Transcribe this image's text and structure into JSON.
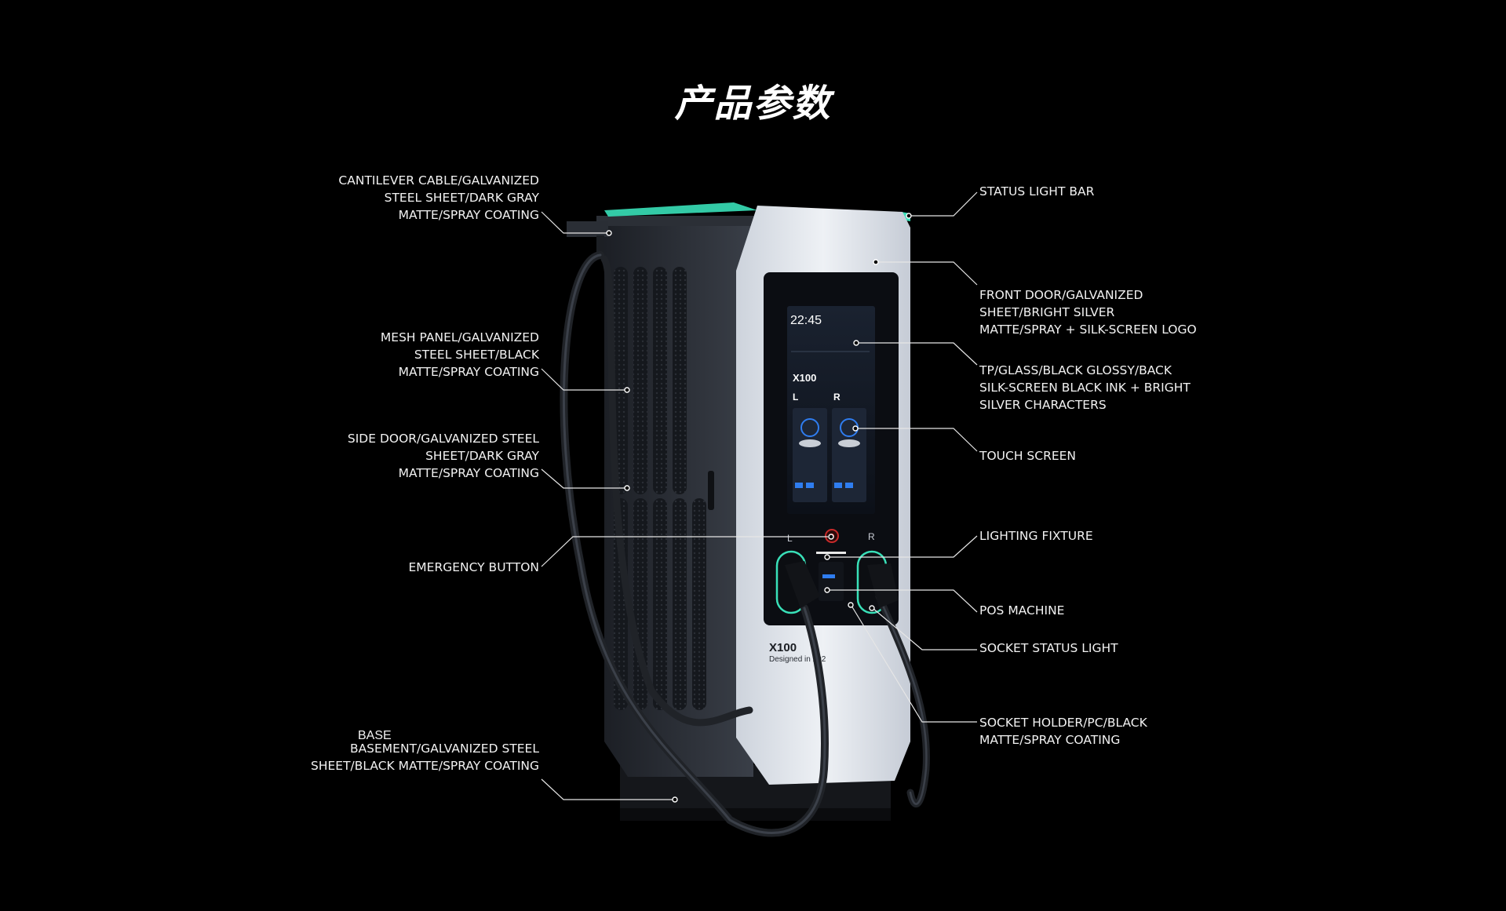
{
  "title": "产品参数",
  "labels_left": {
    "cantilever": [
      "CANTILEVER CABLE/GALVANIZED",
      "STEEL SHEET/DARK GRAY",
      "MATTE/SPRAY COATING"
    ],
    "mesh_panel": [
      "MESH PANEL/GALVANIZED",
      "STEEL SHEET/BLACK",
      "MATTE/SPRAY COATING"
    ],
    "side_door": [
      "SIDE DOOR/GALVANIZED STEEL",
      "SHEET/DARK GRAY",
      "MATTE/SPRAY COATING"
    ],
    "emergency_button": [
      "EMERGENCY BUTTON"
    ],
    "base_heading": "BASE",
    "base": [
      "BASEMENT/GALVANIZED STEEL",
      "SHEET/BLACK MATTE/SPRAY COATING"
    ]
  },
  "labels_right": {
    "status_light_bar": [
      "STATUS LIGHT BAR"
    ],
    "front_door": [
      "FRONT DOOR/GALVANIZED",
      "SHEET/BRIGHT SILVER",
      "MATTE/SPRAY + SILK-SCREEN LOGO"
    ],
    "tp_glass": [
      "TP/GLASS/BLACK GLOSSY/BACK",
      "SILK-SCREEN BLACK INK + BRIGHT",
      "SILVER CHARACTERS"
    ],
    "touch_screen": [
      "TOUCH SCREEN"
    ],
    "lighting_fixture": [
      "LIGHTING FIXTURE"
    ],
    "pos_machine": [
      "POS MACHINE"
    ],
    "socket_status_light": [
      "SOCKET STATUS LIGHT"
    ],
    "socket_holder": [
      "SOCKET HOLDER/PC/BLACK",
      "MATTE/SPRAY COATING"
    ]
  },
  "device": {
    "screen_time": "22:45",
    "screen_model": "X100",
    "screen_left": "L",
    "screen_right": "R",
    "socket_left": "L",
    "socket_right": "R",
    "model_name": "X100",
    "designed_text": "Designed in 202",
    "colors": {
      "accent_teal": "#39e0b8",
      "front_silver": "#e4e8ee",
      "body_dark": "#2c3038",
      "screen_blue": "#2f7df0"
    }
  }
}
